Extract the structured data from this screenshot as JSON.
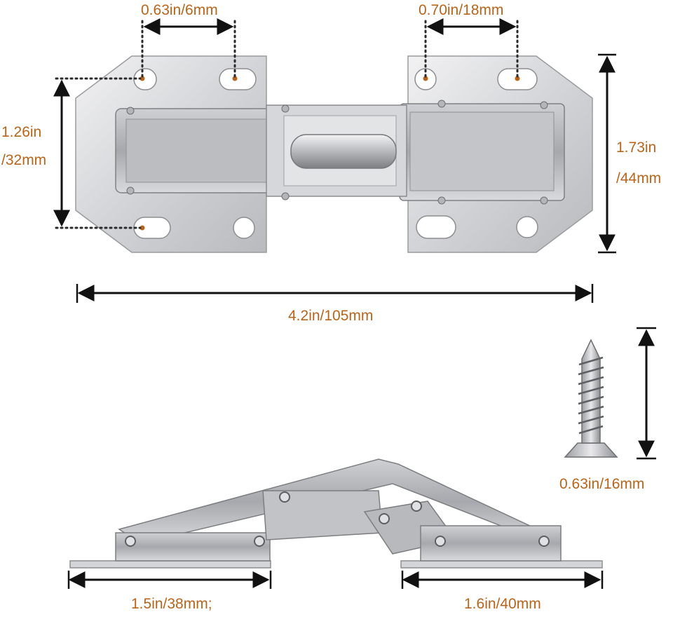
{
  "colors": {
    "label": "#b8651b",
    "label_secondary": "#6e6e6e",
    "line": "#111111",
    "guide_dot": "#2a2a2a",
    "metal_light": "#e8e8ea",
    "metal_mid": "#c5c6c9",
    "metal_dark": "#8f9094",
    "hole_marker": "#b8651b"
  },
  "top_view": {
    "hole_spacing_left": "0.63in/6mm",
    "hole_spacing_right": "0.70in/18mm",
    "plate_hole_span": [
      "1.26in",
      "/32mm"
    ],
    "overall_height": [
      "1.73in",
      "/44mm"
    ],
    "overall_length": "4.2in/105mm"
  },
  "screw": {
    "length": "0.63in/16mm"
  },
  "side_view": {
    "left_base_length": "1.5in/38mm;",
    "right_base_length": "1.6in/40mm"
  }
}
